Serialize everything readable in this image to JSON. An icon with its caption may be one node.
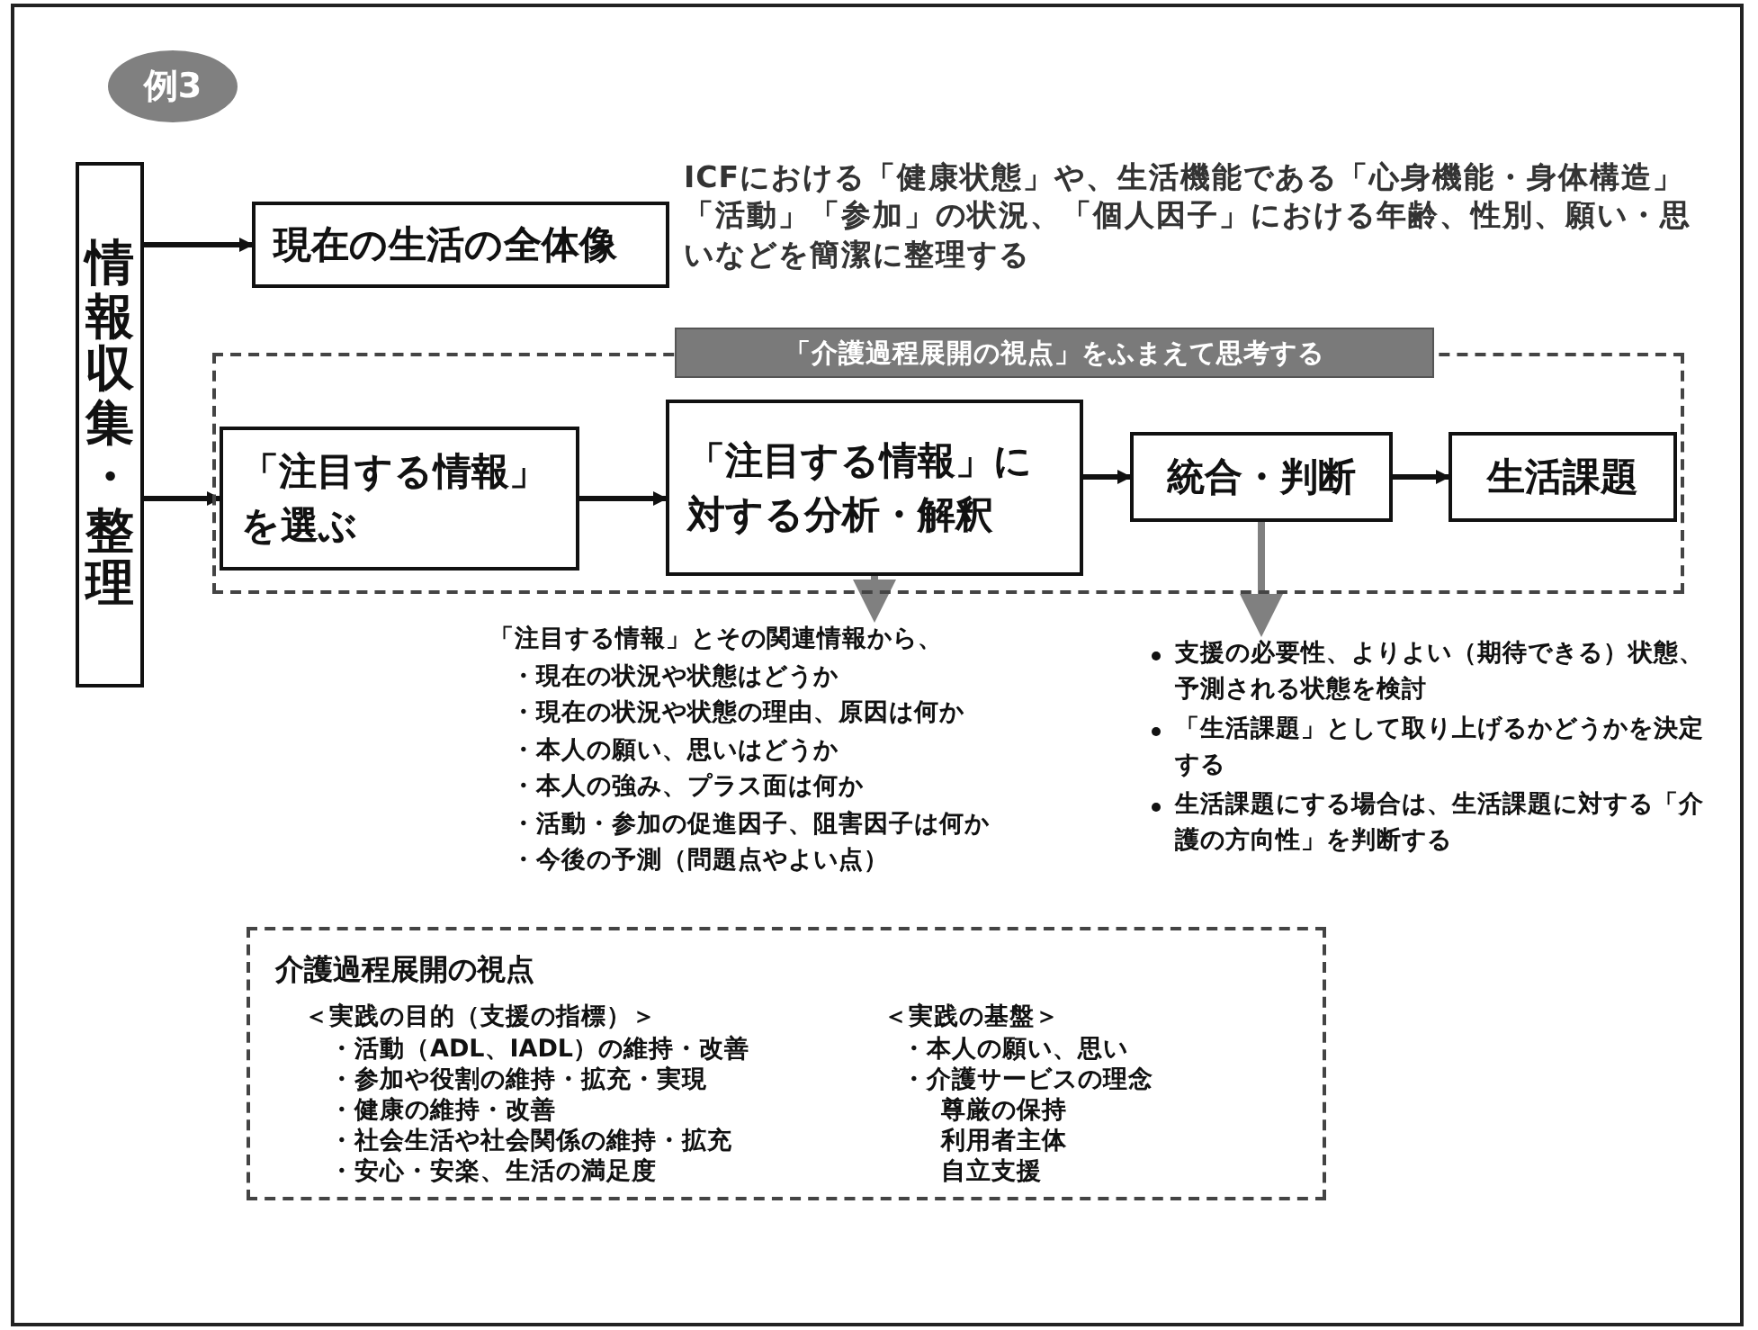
{
  "diagram": {
    "nodes": [
      {
        "text": [
          "例3"
        ]
      },
      {
        "text": [
          "情報収集・整理"
        ]
      },
      {
        "text": [
          "現在の生活の全体像"
        ]
      },
      {
        "text": [
          "ICFにおける「健康状態」や、生活機能である「心身機能・身体構造」「活動」「参加」の状況、「個人因子」における年齢、性別、願い・思いなどを簡潔に整理する"
        ]
      },
      {
        "text": [
          "「介護過程展開の視点」をふまえて思考する"
        ]
      },
      {
        "text": [
          "「注目する情報」を選ぶ"
        ],
        "in": 4
      },
      {
        "text": [
          "「注目する情報」に対する分析・解釈"
        ],
        "in": 4
      },
      {
        "text": [
          "統合・判断"
        ],
        "in": 4
      },
      {
        "text": [
          "生活課題"
        ],
        "in": 4
      },
      {
        "text": [
          "「注目する情報」とその関連情報から、",
          "・現在の状況や状態はどうか",
          "・現在の状況や状態の理由、原因は何か",
          "・本人の願い、思いはどうか",
          "・本人の強み、プラス面は何か",
          "・活動・参加の促進因子、阻害因子は何か",
          "・今後の予測（問題点やよい点）"
        ]
      },
      {
        "text": [
          "支援の必要性、よりよい（期待できる）状態、予測される状態を検討",
          "「生活課題」として取り上げるかどうかを決定する",
          "生活課題にする場合は、生活課題に対する「介護の方向性」を判断する"
        ]
      },
      {
        "text": [
          "介護過程展開の視点",
          "＜実践の目的（支援の指標）＞",
          "・活動（ADL、IADL）の維持・改善",
          "・参加や役割の維持・拡充・実現",
          "・健康の維持・改善",
          "・社会生活や社会関係の維持・拡充",
          "・安心・安楽、生活の満足度",
          "＜実践の基盤＞",
          "・本人の願い、思い",
          "・介護サービスの理念",
          "尊厳の保持",
          "利用者主体",
          "自立支援"
        ]
      }
    ],
    "edges": [
      {
        "from": 1,
        "to": 2,
        "arrow": "to"
      },
      {
        "from": 1,
        "to": 5,
        "arrow": "to"
      },
      {
        "from": 5,
        "to": 6,
        "arrow": "to"
      },
      {
        "from": 6,
        "to": 7,
        "arrow": "to"
      },
      {
        "from": 7,
        "to": 8,
        "arrow": "to"
      },
      {
        "from": 6,
        "to": 9,
        "arrow": "to",
        "color": "#808080"
      },
      {
        "from": 7,
        "to": 10,
        "arrow": "to",
        "color": "#808080"
      }
    ]
  }
}
